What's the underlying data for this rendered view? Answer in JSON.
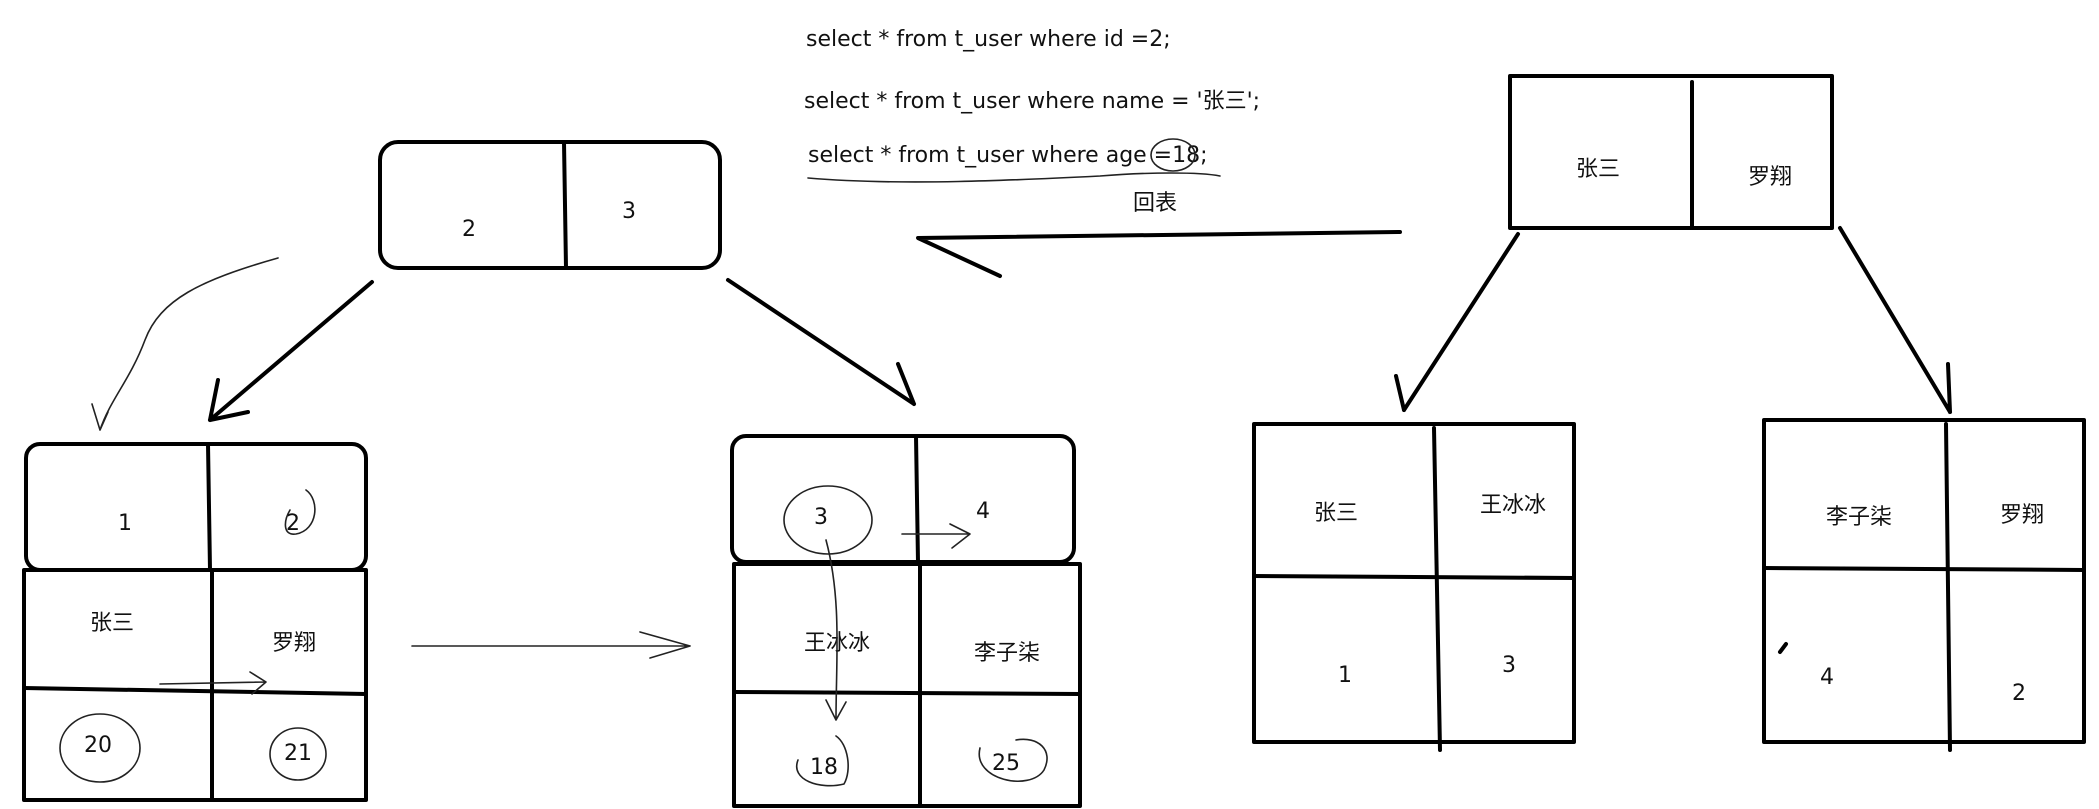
{
  "queries": {
    "q1": "select * from t_user where id  =2;",
    "q2": "select * from t_user where name = '张三';",
    "q3": "select * from t_user where age =18;",
    "annotation": "回表"
  },
  "primary_tree": {
    "root": {
      "k1": "2",
      "k2": "3"
    },
    "leaf_left": {
      "k1": "1",
      "k2": "2",
      "name1": "张三",
      "name2": "罗翔",
      "age1": "20",
      "age2": "21"
    },
    "leaf_right": {
      "k1": "3",
      "k2": "4",
      "name1": "王冰冰",
      "name2": "李子柒",
      "age1": "18",
      "age2": "25"
    }
  },
  "secondary_tree": {
    "root": {
      "k1": "张三",
      "k2": "罗翔"
    },
    "leaf_left": {
      "k1": "张三",
      "k2": "王冰冰",
      "id1": "1",
      "id2": "3"
    },
    "leaf_right": {
      "k1": "李子柒",
      "k2": "罗翔",
      "id1": "4",
      "id2": "2"
    }
  },
  "colors": {
    "ink": "#000000",
    "background": "#ffffff"
  }
}
